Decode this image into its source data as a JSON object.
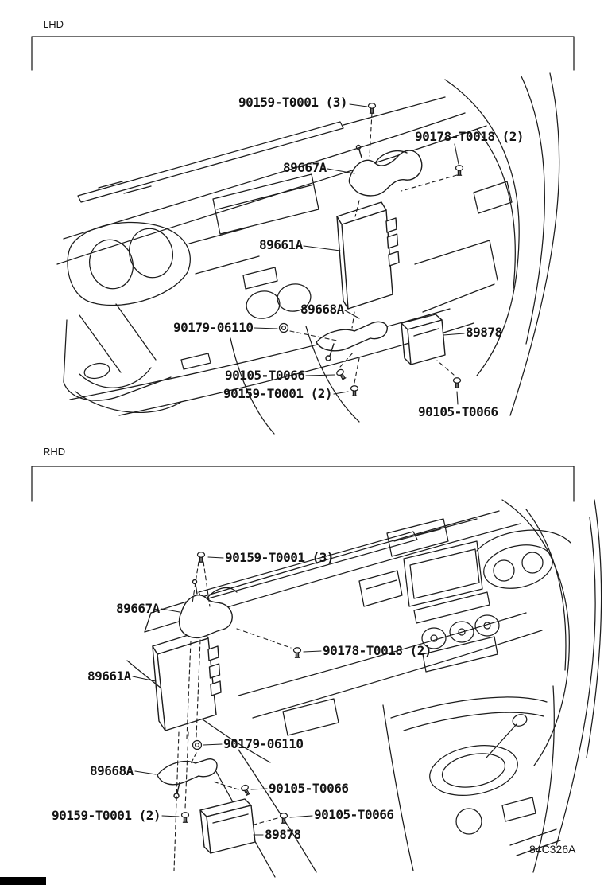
{
  "sections": {
    "lhd": {
      "label": "LHD"
    },
    "rhd": {
      "label": "RHD"
    }
  },
  "footer": {
    "diagram_code": "84C326A"
  },
  "colors": {
    "line": "#1c1c1c",
    "background": "#ffffff",
    "text": "#141414"
  },
  "icons": {
    "screw": "screw-icon",
    "nut": "nut-icon"
  },
  "lhd_labels": [
    {
      "part": "90159-T0001",
      "text": "90159-T0001 (3)"
    },
    {
      "part": "90178-T0018",
      "text": "90178-T0018 (2)"
    },
    {
      "part": "89667A",
      "text": "89667A"
    },
    {
      "part": "89661A",
      "text": "89661A"
    },
    {
      "part": "89668A",
      "text": "89668A"
    },
    {
      "part": "90179-06110",
      "text": "90179-06110"
    },
    {
      "part": "89878",
      "text": "89878"
    },
    {
      "part": "90105-T0066",
      "text": "90105-T0066"
    },
    {
      "part": "90159-T0001",
      "text": "90159-T0001 (2)"
    },
    {
      "part": "90105-T0066",
      "text": "90105-T0066"
    }
  ],
  "rhd_labels": [
    {
      "part": "90159-T0001",
      "text": "90159-T0001 (3)"
    },
    {
      "part": "89667A",
      "text": "89667A"
    },
    {
      "part": "89661A",
      "text": "89661A"
    },
    {
      "part": "90178-T0018",
      "text": "90178-T0018 (2)"
    },
    {
      "part": "90179-06110",
      "text": "90179-06110"
    },
    {
      "part": "89668A",
      "text": "89668A"
    },
    {
      "part": "90105-T0066",
      "text": "90105-T0066"
    },
    {
      "part": "90159-T0001",
      "text": "90159-T0001 (2)"
    },
    {
      "part": "90105-T0066",
      "text": "90105-T0066"
    },
    {
      "part": "89878",
      "text": "89878"
    }
  ]
}
